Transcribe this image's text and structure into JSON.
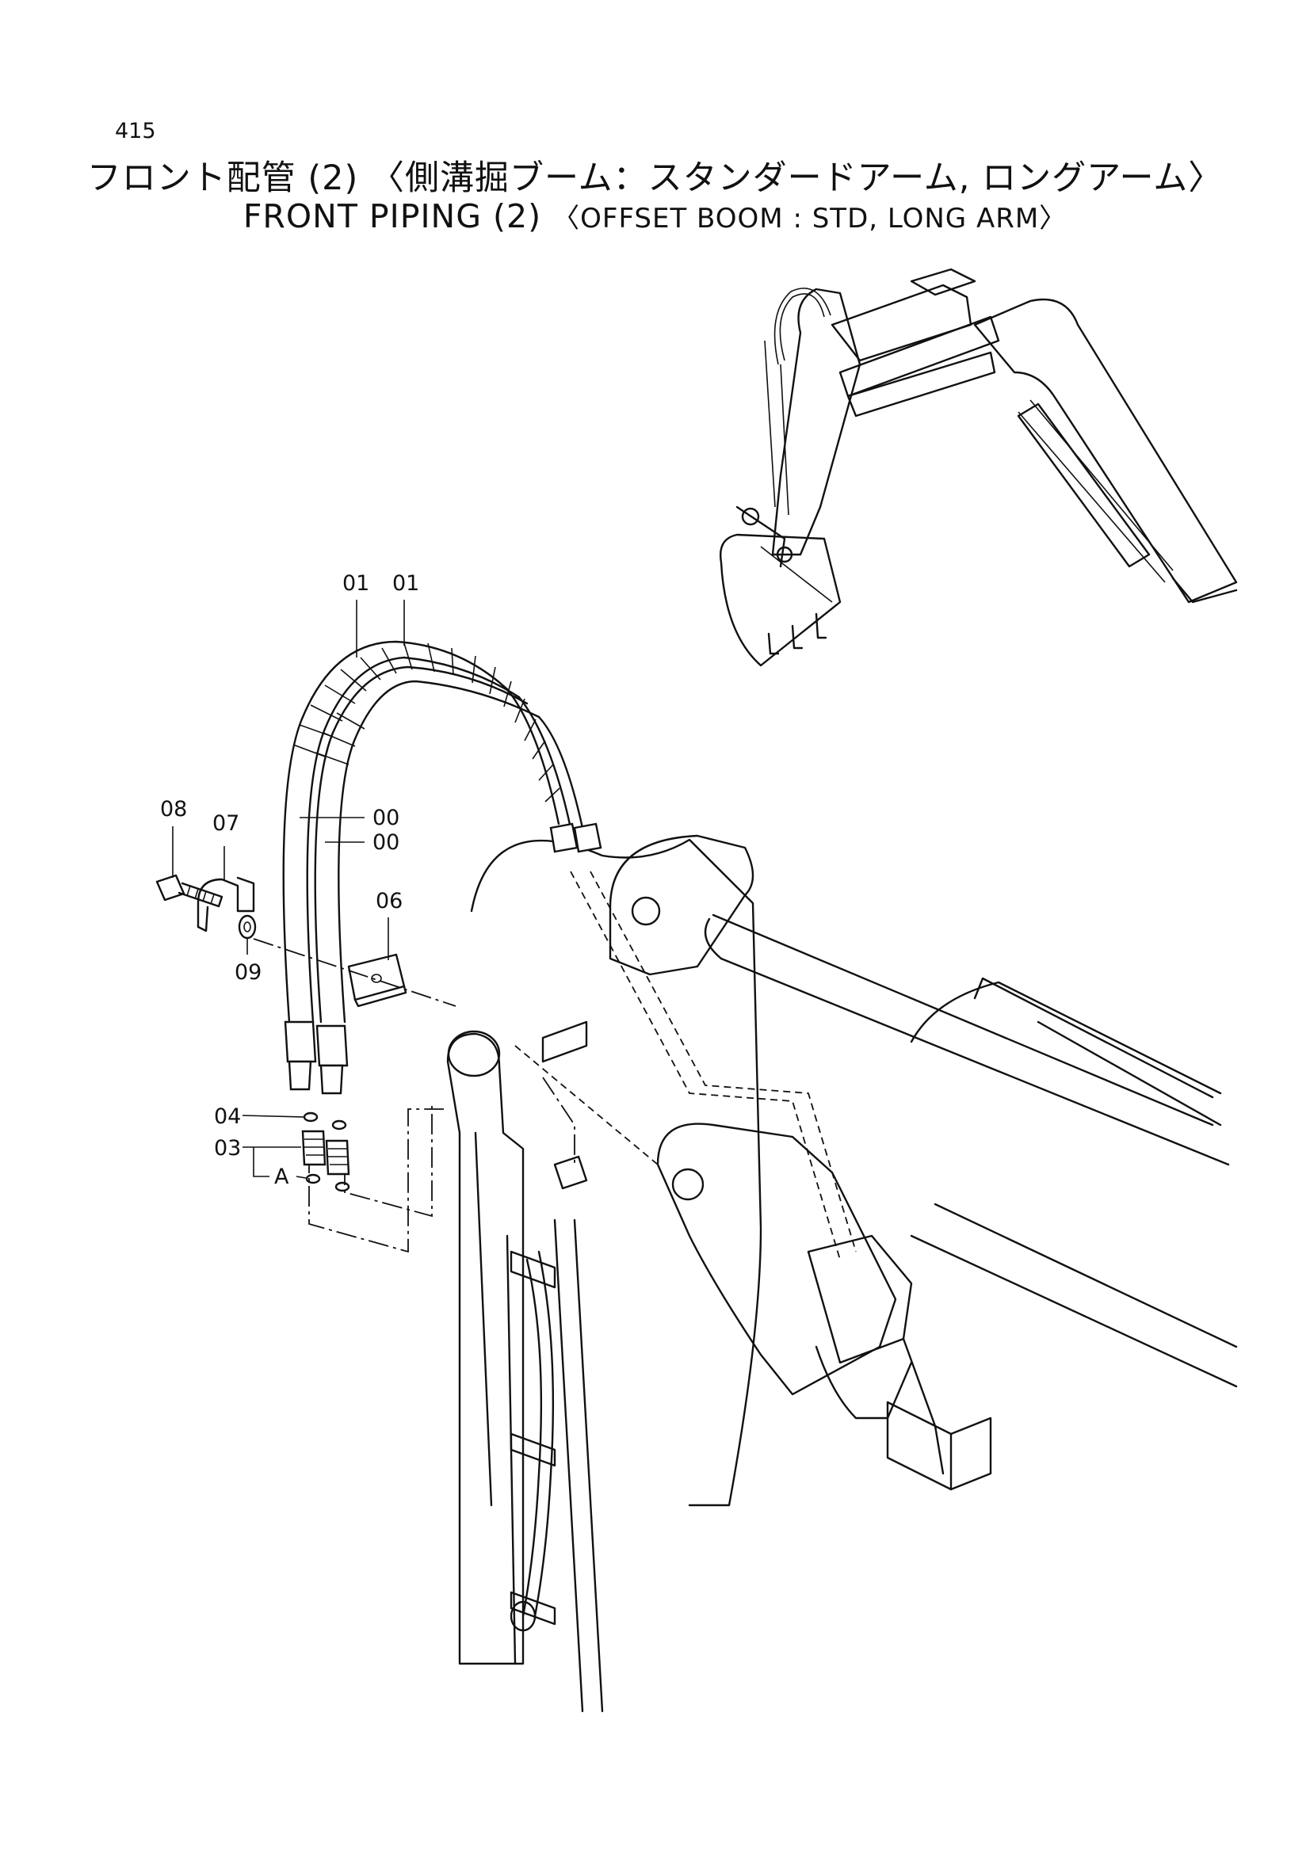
{
  "page_number": "415",
  "title_ja": "フロント配管 (2) 〈側溝掘ブーム：スタンダードアーム, ロングアーム〉",
  "title_en_main": "FRONT  PIPING  (2)",
  "title_en_paren": "〈OFFSET  BOOM : STD, LONG ARM〉",
  "callouts": {
    "hose_a": "01",
    "hose_b": "01",
    "pipe_a": "00",
    "pipe_b": "00",
    "bolt": "08",
    "clamp": "07",
    "plate": "06",
    "washer": "09",
    "oring": "04",
    "adapter": "03",
    "oring_a": "A"
  }
}
